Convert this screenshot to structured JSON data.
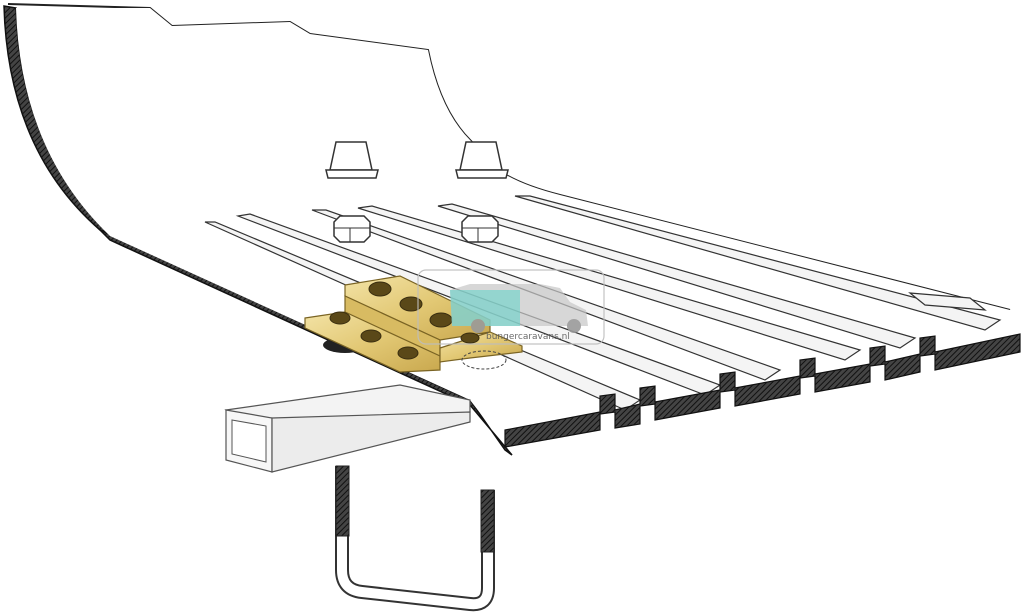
{
  "colors": {
    "background": "#ffffff",
    "outline": "#222222",
    "floor_panel": "#ffffff",
    "rail": "#f4f4f4",
    "bracket_gold": "#e6d08a",
    "bracket_gold_dark": "#b89a3c",
    "beam": "#f3f3f3",
    "watermark_teal": "#7fcfc9",
    "watermark_grey": "#9a9a9a"
  },
  "watermark": {
    "site": "bungercaravans.nl"
  },
  "parts": {
    "floor_panel_icon": "ribbed-floor-panel",
    "mounting_bracket_icon": "perforated-bracket",
    "nut_icon": "hex-nut",
    "mount_block_icon": "rubber-mount-block",
    "chassis_beam_icon": "square-tube-beam",
    "u_bolt_icon": "threaded-u-bolt",
    "watermark_icon": "camper-van-logo"
  }
}
